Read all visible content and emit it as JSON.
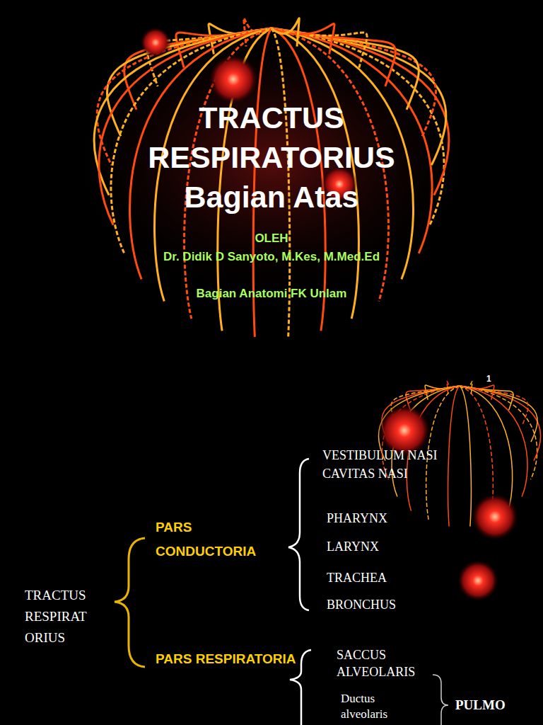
{
  "diagram": {
    "title": "TRACTUS RESPIRATORIUS Bagian Atas",
    "labels": [
      "OLEH",
      "Dr. Didik D Sanyoto, M.Kes, M.Med.Ed",
      "Bagian Anatomi FK Unlam",
      "1",
      "VESTIBULUM NASI",
      "CAVITAS NASI",
      "PHARYNX",
      "LARYNX",
      "TRACHEA",
      "BRONCHUS",
      "PARS CONDUCTORIA",
      "TRACTUS RESPIRAT ORIUS",
      "PARS RESPIRATORIA",
      "SACCUS ALVEOLARIS",
      "Ductus alveolaris",
      "PULMO"
    ]
  }
}
